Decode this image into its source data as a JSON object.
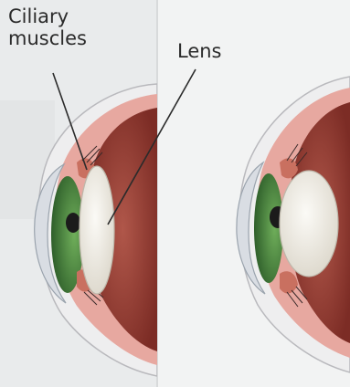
{
  "labels": {
    "ciliary_line1": "Ciliary",
    "ciliary_line2": "muscles",
    "lens": "Lens"
  },
  "colors": {
    "background": "#e9ebec",
    "paper": "#f3f4f3",
    "sclera": "#eeeeef",
    "choroid": "#e7a8a0",
    "retina_inner": "#8f3b33",
    "iris": "#3f7a3a",
    "pupil": "#1b1b1b",
    "lens": "#f4f1ea",
    "muscle": "#c97060",
    "label_text": "#2b2b2b"
  },
  "icons": [
    "eye-cross-section-icon"
  ]
}
